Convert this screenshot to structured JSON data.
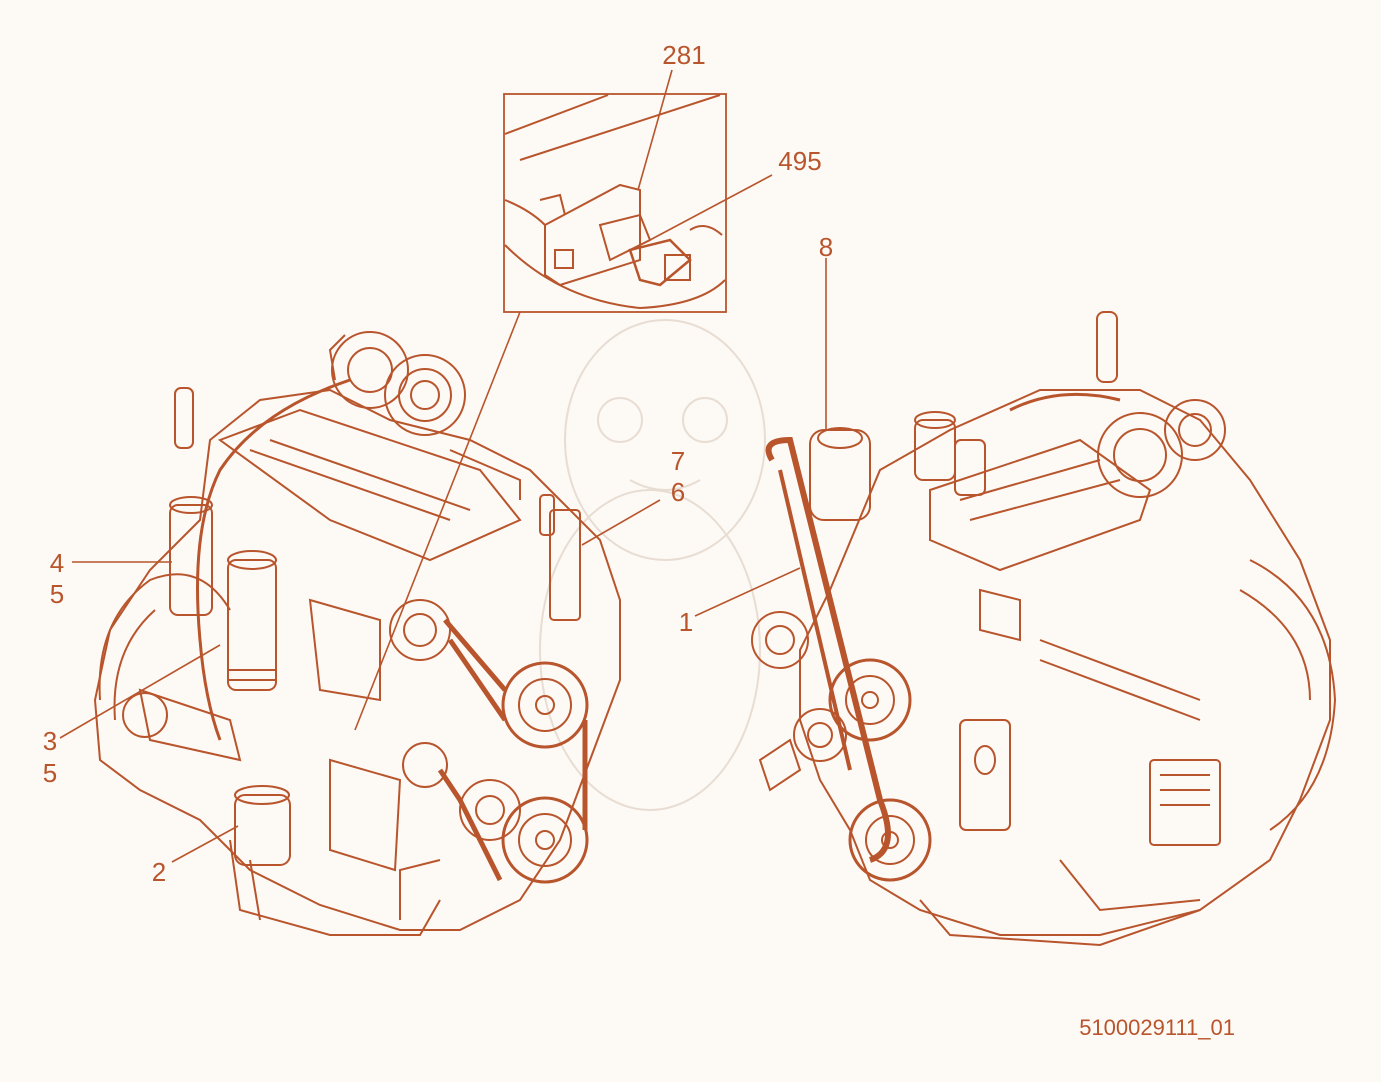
{
  "callouts": {
    "c281": "281",
    "c495": "495",
    "c8": "8",
    "c7": "7",
    "c6": "6",
    "c1": "1",
    "c4": "4",
    "c5a": "5",
    "c3": "3",
    "c5b": "5",
    "c2": "2"
  },
  "figure_ref": "5100029111_01",
  "colors": {
    "ink": "#b8552c",
    "background": "#fdf9f5",
    "watermark": "#e8ddd3"
  }
}
